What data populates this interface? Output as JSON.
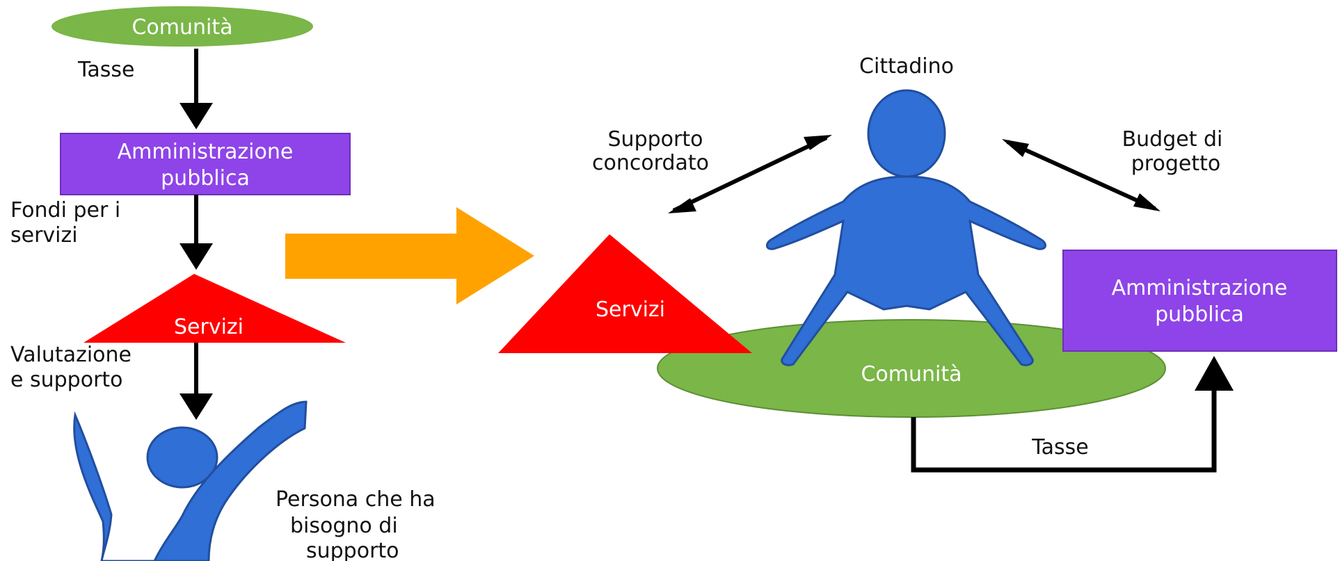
{
  "left": {
    "community_label": "Comunità",
    "taxes_label": "Tasse",
    "admin_label_line1": "Amministrazione",
    "admin_label_line2": "pubblica",
    "funds_label_line1": "Fondi per i",
    "funds_label_line2": "servizi",
    "services_label": "Servizi",
    "assessment_label_line1": "Valutazione",
    "assessment_label_line2": "e supporto",
    "person_label_line1": "Persona che ha",
    "person_label_line2": "bisogno di",
    "person_label_line3": "supporto"
  },
  "right": {
    "citizen_label": "Cittadino",
    "agreed_support_line1": "Supporto",
    "agreed_support_line2": "concordato",
    "budget_line1": "Budget di",
    "budget_line2": "progetto",
    "services_label": "Servizi",
    "community_label": "Comunità",
    "admin_label_line1": "Amministrazione",
    "admin_label_line2": "pubblica",
    "taxes_label": "Tasse"
  },
  "colors": {
    "community_green": "#7ab648",
    "admin_purple": "#8e44e8",
    "services_red": "#ff0000",
    "person_blue": "#2f6fd6",
    "transition_arrow_orange": "#ffa200",
    "arrow_black": "#000000"
  }
}
